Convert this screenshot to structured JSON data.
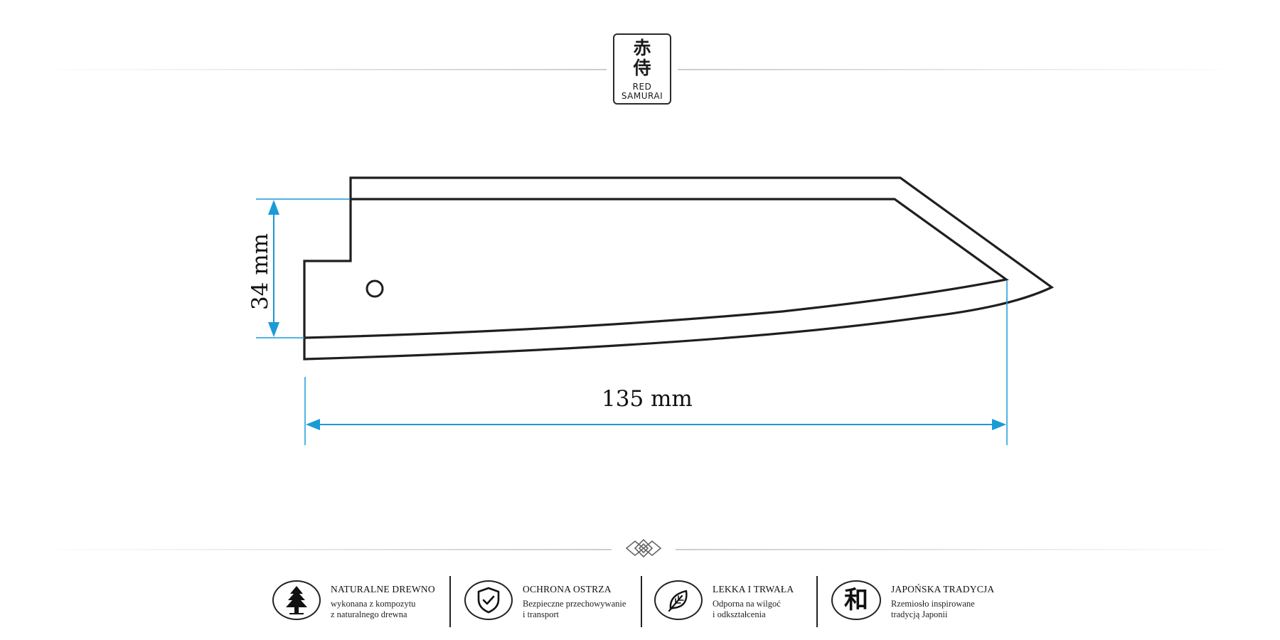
{
  "logo": {
    "kanji_1": "赤",
    "kanji_2": "侍",
    "brand_1": "RED",
    "brand_2": "SAMURAI"
  },
  "dimensions": {
    "height_label": "34 mm",
    "width_label": "135 mm"
  },
  "colors": {
    "outline": "#1f1f1f",
    "dimension": "#1a9bd7",
    "divider": "#c8c8c8"
  },
  "features": [
    {
      "icon": "pine-tree-icon",
      "title": "NATURALNE DREWNO",
      "line1": "wykonana z kompozytu",
      "line2": "z naturalnego drewna"
    },
    {
      "icon": "shield-check-icon",
      "title": "OCHRONA OSTRZA",
      "line1": "Bezpieczne przechowywanie",
      "line2": "i transport"
    },
    {
      "icon": "leaf-icon",
      "title": "LEKKA I TRWAŁA",
      "line1": "Odporna na wilgoć",
      "line2": "i odkształcenia"
    },
    {
      "icon": "wa-kanji-icon",
      "glyph": "和",
      "title": "JAPOŃSKA TRADYCJA",
      "line1": "Rzemiosło inspirowane",
      "line2": "tradycją Japonii"
    }
  ]
}
